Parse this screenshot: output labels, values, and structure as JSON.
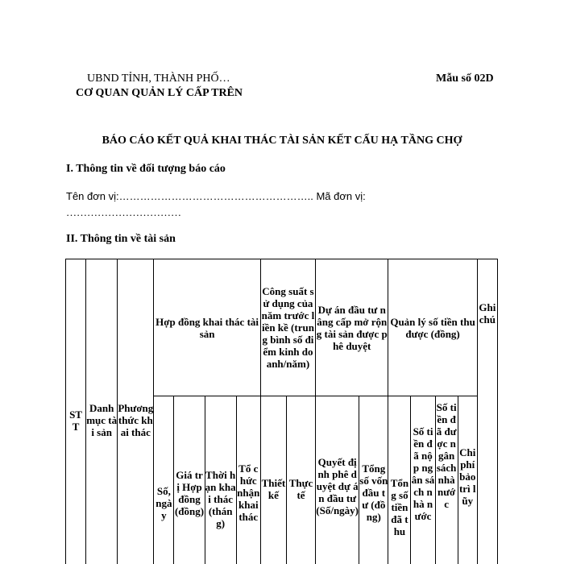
{
  "header": {
    "org_line1": "UBND TỈNH, THÀNH PHỐ…",
    "org_line2": "CƠ QUAN QUẢN LÝ CẤP TRÊN",
    "form_number": "Mẫu số 02D"
  },
  "title": "BÁO CÁO KẾT QUẢ KHAI THÁC TÀI SẢN KẾT CẤU HẠ TẦNG CHỢ",
  "section1": {
    "heading": "I. Thông tin về đối tượng báo cáo",
    "unit_line": "Tên đơn vị:……………………………………………….. Mã đơn vị:",
    "unit_line_cont": "……………………………"
  },
  "section2": {
    "heading": "II. Thông tin về tài sản"
  },
  "table": {
    "stt": "STT",
    "danh_muc": "Danh mục tài sản",
    "phuong_thuc": "Phương thức khai thác",
    "hop_dong": "Hợp đồng khai thác tài sản",
    "cong_suat": "Công suất sử dụng của năm trước liền kề (trung bình số điểm kinh doanh/năm)",
    "du_an": "Dự án đầu tư nâng cấp mở rộng tài sản được phê duyệt",
    "quan_ly": "Quản lý số tiền thu được (đồng)",
    "ghi_chu": "Ghi chú",
    "so_ngay": "Số, ngày",
    "gia_tri": "Giá trị Hợp đồng (đồng)",
    "thoi_han": "Thời hạn khai thác (tháng)",
    "to_chuc": "Tổ chức nhận khai thác",
    "thiet_ke": "Thiết kế",
    "thuc_te": "Thực tế",
    "quyet_dinh": "Quyết định phê duyệt dự án đầu tư (Số/ngày)",
    "tong_von": "Tổng số vốn đầu tư (đồng)",
    "tong_tien": "Tổng số tiền đã thu",
    "da_nop": "Số tiền đã nộp ngân sách nhà nước",
    "duoc_giu": "Số tiền đã được ngân sách nhà nước",
    "chi_phi": "Chi phí bảo trì lũy"
  }
}
